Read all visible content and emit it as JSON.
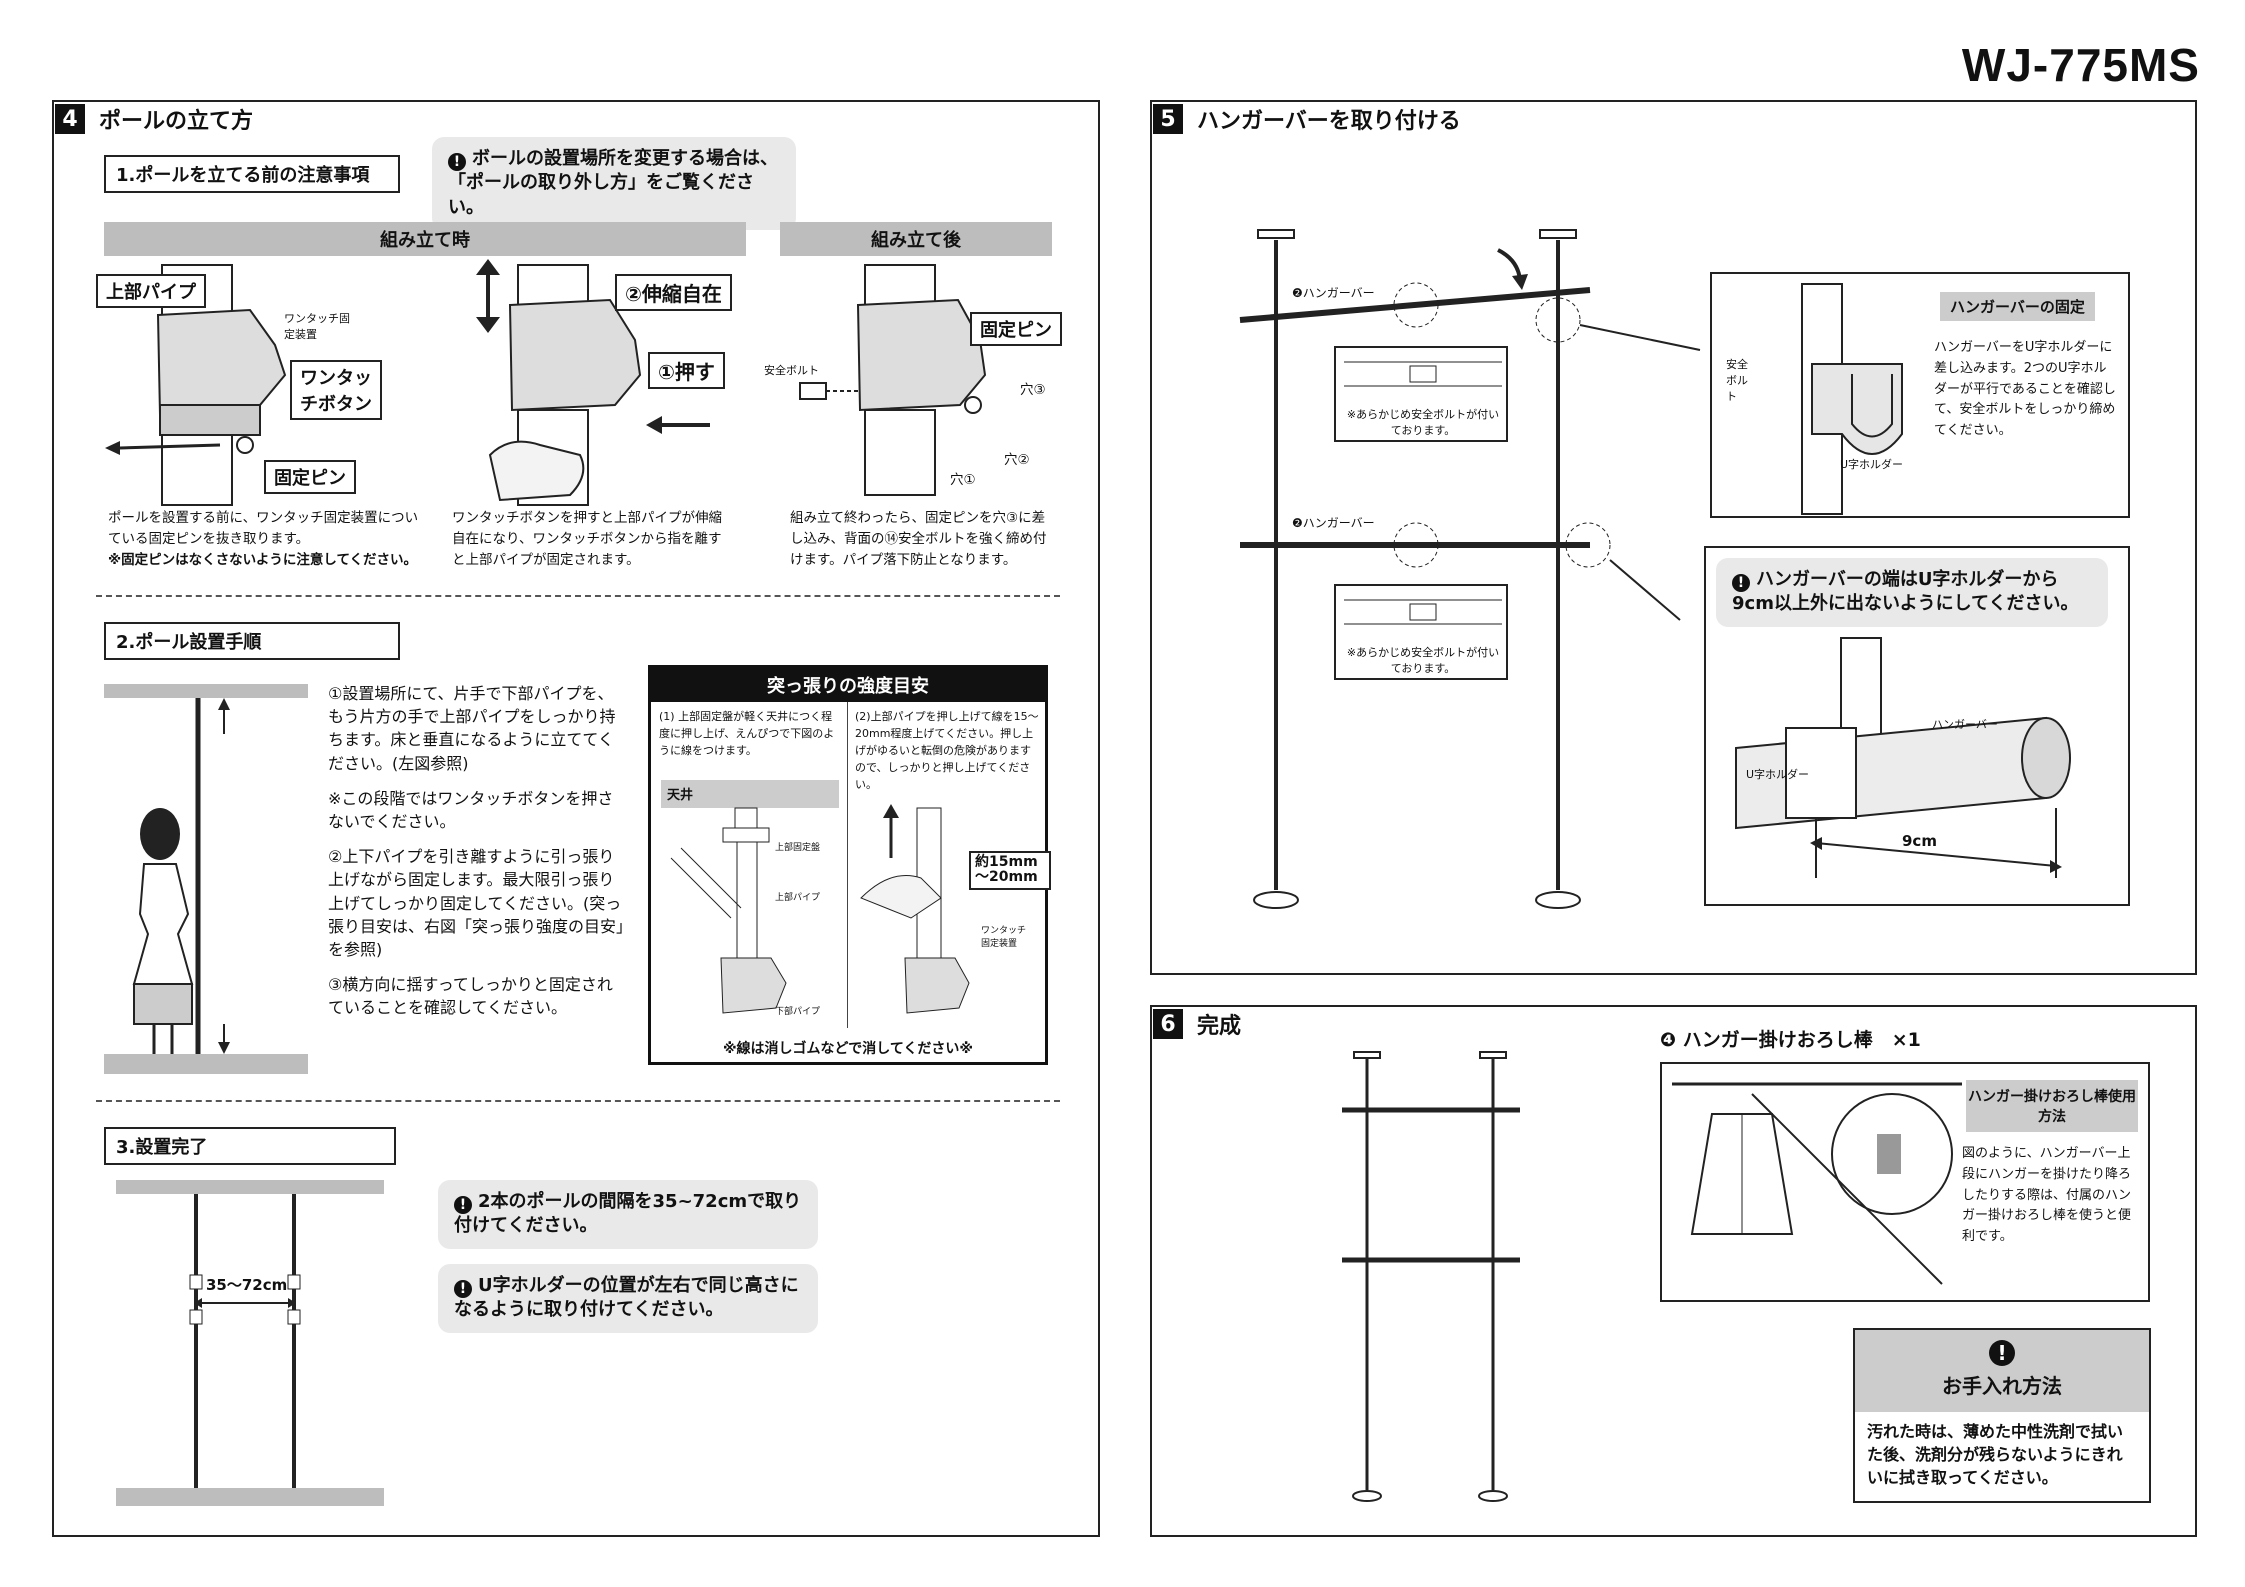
{
  "model": "WJ-775MS",
  "section4": {
    "num": "4",
    "title": "ポールの立て方",
    "sub1_title": "1.ポールを立てる前の注意事項",
    "sub1_note": "ボールの設置場所を変更する場合は、「ポールの取り外し方」をご覧ください。",
    "bar_during": "組み立て時",
    "bar_after": "組み立て後",
    "labels": {
      "upper_pipe": "上部パイプ",
      "onetouch_device": "ワンタッチ固定装置",
      "onetouch_button": "ワンタッチボタン",
      "fixed_pin": "固定ピン",
      "telescopic": "②伸縮自在",
      "push": "①押す",
      "fixed_pin_2": "固定ピン",
      "safety_bolt": "安全ボルト",
      "hole1": "穴①",
      "hole2": "穴②",
      "hole3": "穴③"
    },
    "captions": {
      "c1": "ポールを設置する前に、ワンタッチ固定装置についている固定ピンを抜き取ります。",
      "c1_bold": "※固定ピンはなくさないように注意してください。",
      "c2": "ワンタッチボタンを押すと上部パイプが伸縮自在になり、ワンタッチボタンから指を離すと上部パイプが固定されます。",
      "c3": "組み立て終わったら、固定ピンを穴③に差し込み、背面の⑭安全ボルトを強く締め付けます。パイプ落下防止となります。"
    },
    "sub2_title": "2.ポール設置手順",
    "steps": [
      "①設置場所にて、片手で下部パイプを、もう片方の手で上部パイプをしっかり持ちます。床と垂直になるように立ててください。(左図参照)",
      "※この段階ではワンタッチボタンを押さないでください。",
      "②上下パイプを引き離すように引っ張り上げながら固定します。最大限引っ張り上げてしっかり固定してください。(突っ張り目安は、右図「突っ張り強度の目安」を参照)",
      "③横方向に揺すってしっかりと固定されていることを確認してください。"
    ],
    "strength_box": {
      "title": "突っ張りの強度目安",
      "left": "(1) 上部固定盤が軽く天井につく程度に押し上げ、えんぴつで下図のように線をつけます。",
      "right": "(2)上部パイプを押し上げて線を15～20mm程度上げてください。押し上げがゆるいと転倒の危険がありますので、しっかりと押し上げてください。",
      "ceiling": "天井",
      "upper_disc": "上部固定盤",
      "upper_pipe": "上部パイプ",
      "lower_pipe": "下部パイプ",
      "onetouch": "ワンタッチ固定装置",
      "approx": "約15mm ～20mm",
      "footer": "※線は消しゴムなどで消してください※"
    },
    "sub3_title": "3.設置完了",
    "spacing": "35～72cm",
    "note_spacing": "2本のポールの間隔を35~72cmで取り付けてください。",
    "note_height": "U字ホルダーの位置が左右で同じ高さになるように取り付けてください。"
  },
  "section5": {
    "num": "5",
    "title": "ハンガーバーを取り付ける",
    "hanger_bar_label": "❷ハンガーバー",
    "bolt_note": "※あらかじめ安全ボルトが付いております。",
    "fix_title": "ハンガーバーの固定",
    "fix_text": "ハンガーバーをU字ホルダーに差し込みます。2つのU字ホルダーが平行であることを確認して、安全ボルトをしっかり締めてください。",
    "safety_bolt": "安全ボルト",
    "u_holder": "U字ホルダー",
    "end_note": "ハンガーバーの端はU字ホルダーから9cm以上外に出ないようにしてください。",
    "hanger_bar": "ハンガーバー",
    "dim": "9cm"
  },
  "section6": {
    "num": "6",
    "title": "完成",
    "stick_label": "❹ ハンガー掛けおろし棒　×1",
    "usage_title": "ハンガー掛けおろし棒使用方法",
    "usage_text": "図のように、ハンガーバー上段にハンガーを掛けたり降ろしたりする際は、付属のハンガー掛けおろし棒を使うと便利です。",
    "care_title": "お手入れ方法",
    "care_text": "汚れた時は、薄めた中性洗剤で拭いた後、洗剤分が残らないようにきれいに拭き取ってください。"
  }
}
